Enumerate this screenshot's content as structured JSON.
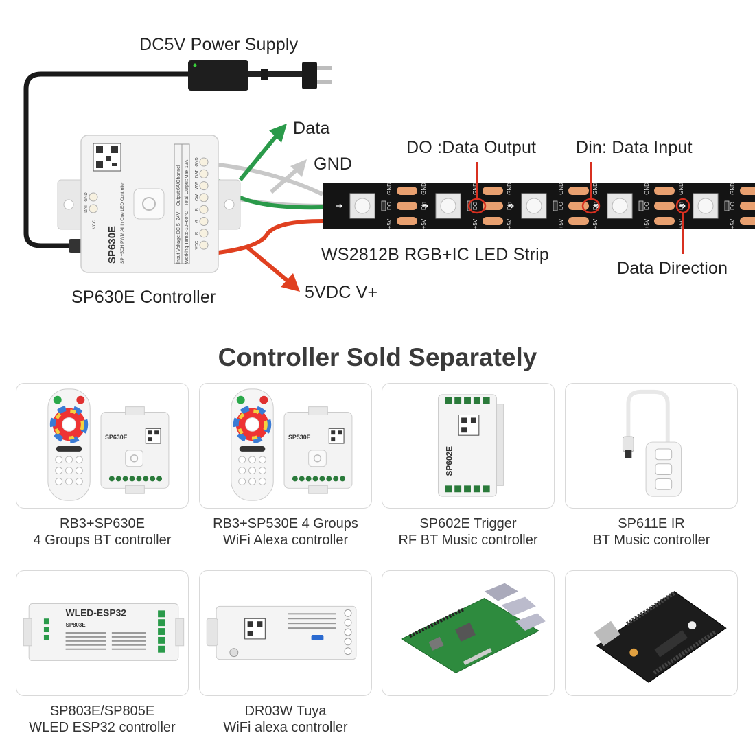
{
  "diagram": {
    "power_supply_label": "DC5V Power Supply",
    "data_label": "Data",
    "gnd_label": "GND",
    "do_label": "DO :Data Output",
    "din_label": "Din: Data Input",
    "strip_label": "WS2812B RGB+IC LED Strip",
    "data_direction_label": "Data Direction",
    "controller_label": "SP630E Controller",
    "vplus_label": "5VDC V+",
    "controller_body": {
      "model": "SP630E",
      "subtitle": "SPI+5CH PWM All in One LED Controller",
      "spec_line1": "Input Voltage:DC 5~24V",
      "spec_line2": "Working Temp:-10~60°C",
      "spec_line3": "Output:6A/Channel",
      "spec_line4": "Total Output:Max 12A",
      "left_pins": [
        "GND",
        "DAT"
      ],
      "left_pin_vcc": "VCC",
      "terminal_pins": [
        "GND",
        "DAT",
        "WW",
        "CW",
        "B",
        "G",
        "R",
        "VCC"
      ]
    },
    "strip_marks": {
      "gnd": "GND",
      "din": "Din",
      "do": "DO",
      "plus5v": "+5V"
    },
    "colors": {
      "data_wire": "#2a9a4a",
      "gnd_wire": "#c8c8c8",
      "vplus_wire": "#e04020",
      "marker": "#d83020",
      "strip": "#111111",
      "pad": "#e8a070"
    }
  },
  "section_title": "Controller Sold Separately",
  "products": [
    {
      "line1": "RB3+SP630E",
      "line2": "4 Groups BT controller",
      "icon": "remote-and-controller",
      "model": "SP630E"
    },
    {
      "line1": "RB3+SP530E 4 Groups",
      "line2": "WiFi Alexa controller",
      "icon": "remote-and-controller",
      "model": "SP530E"
    },
    {
      "line1": "SP602E Trigger",
      "line2": "RF BT Music controller",
      "icon": "controller-box",
      "model": "SP602E"
    },
    {
      "line1": "SP611E IR",
      "line2": "BT Music controller",
      "icon": "inline-controller",
      "model": ""
    },
    {
      "line1": "SP803E/SP805E",
      "line2": "WLED ESP32 controller",
      "icon": "wled-controller",
      "model": "WLED-ESP32",
      "model2": "SP803E"
    },
    {
      "line1": "DR03W Tuya",
      "line2": "WiFi alexa controller",
      "icon": "tuya-controller",
      "model": ""
    },
    {
      "line1": "",
      "line2": "",
      "icon": "raspberry-pi-board"
    },
    {
      "line1": "",
      "line2": "",
      "icon": "arduino-board"
    }
  ]
}
